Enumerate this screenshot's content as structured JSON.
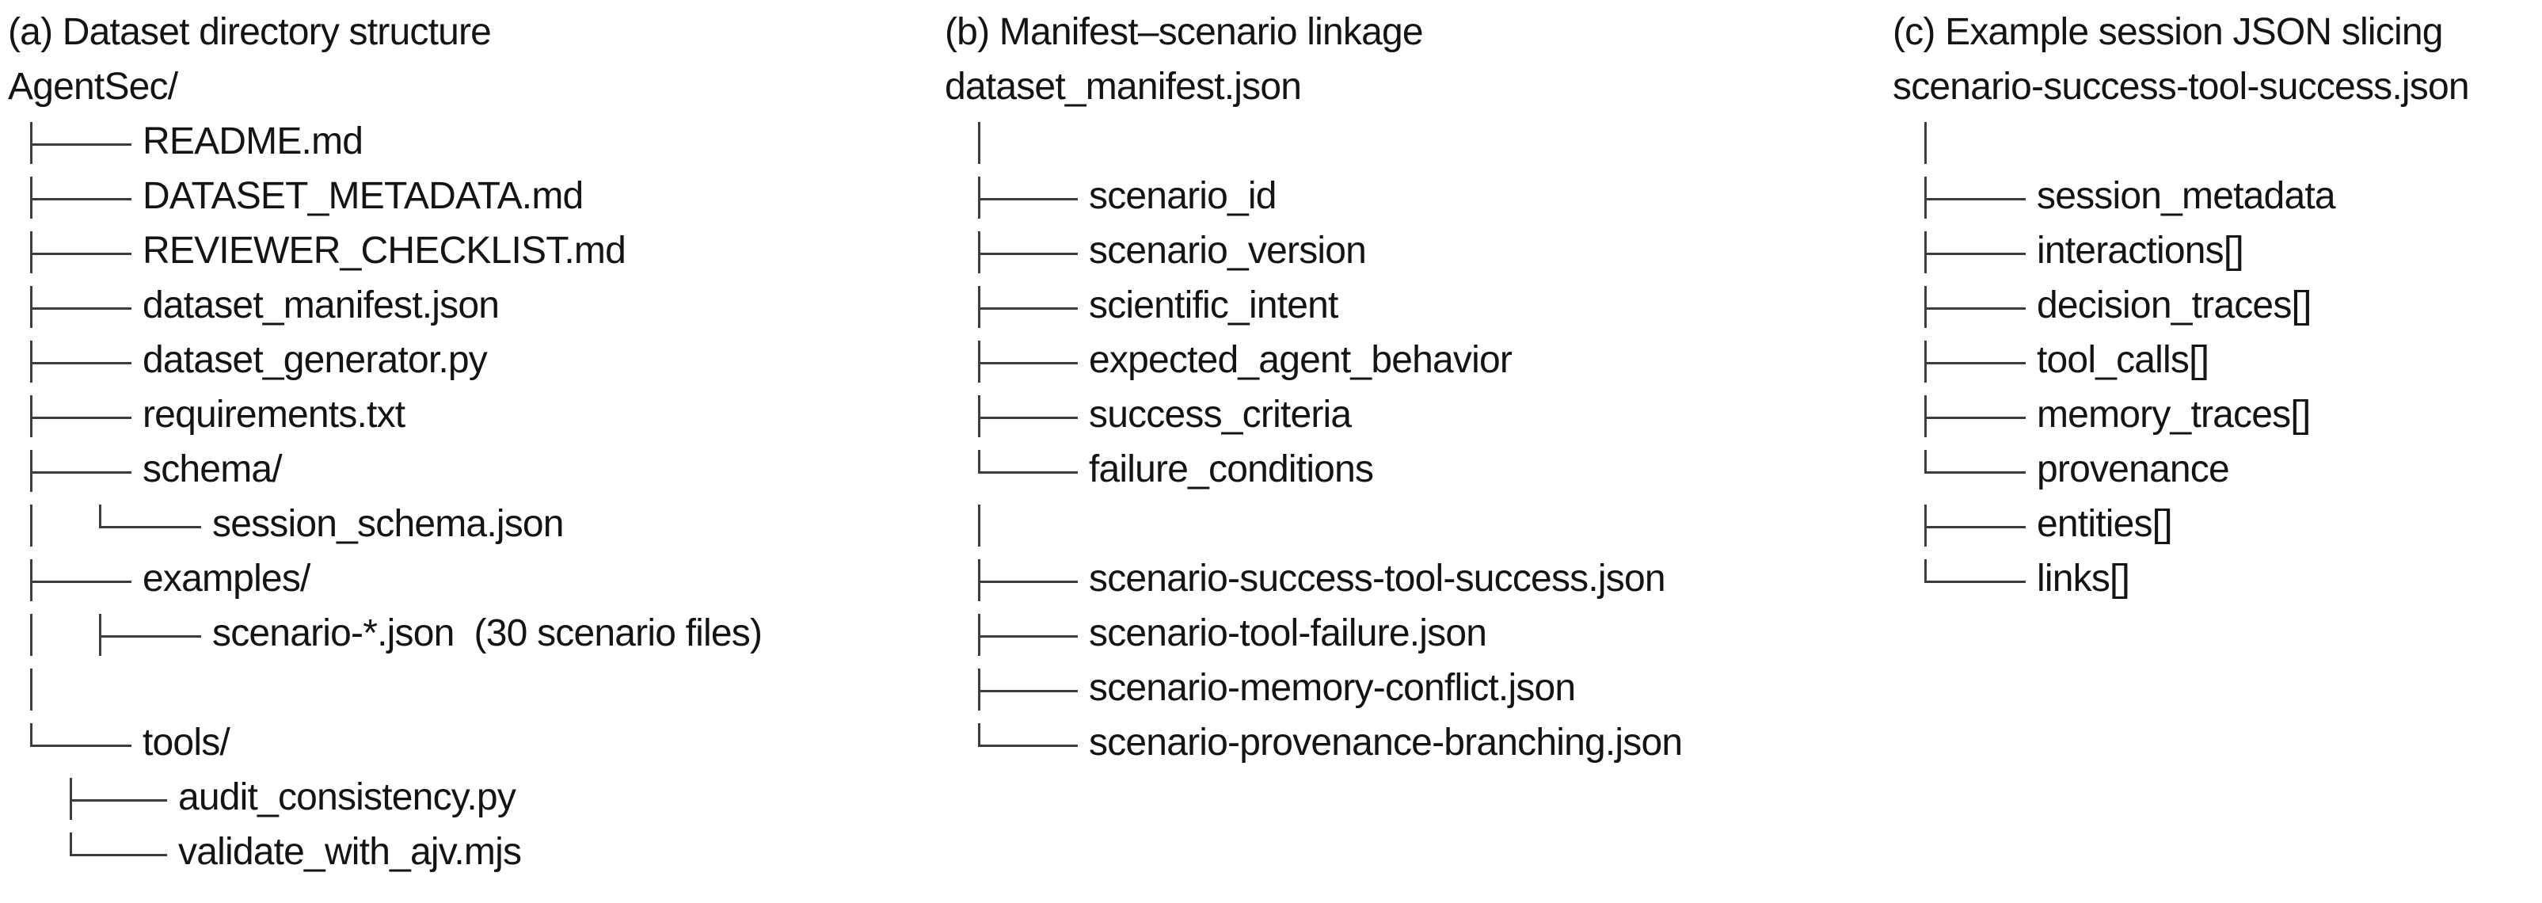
{
  "figure": {
    "background_color": "#ffffff",
    "text_color": "#141414",
    "line_color": "#3d3d3d",
    "panels": [
      {
        "id": "a",
        "title": "(a) Dataset directory structure",
        "root": "AgentSec/",
        "rows": [
          {
            "connector": "tee",
            "level": "1",
            "lead_bar": false,
            "label": "README.md"
          },
          {
            "connector": "tee",
            "level": "1",
            "lead_bar": false,
            "label": "DATASET_METADATA.md"
          },
          {
            "connector": "tee",
            "level": "1",
            "lead_bar": false,
            "label": "REVIEWER_CHECKLIST.md"
          },
          {
            "connector": "tee",
            "level": "1",
            "lead_bar": false,
            "label": "dataset_manifest.json"
          },
          {
            "connector": "tee",
            "level": "1",
            "lead_bar": false,
            "label": "dataset_generator.py"
          },
          {
            "connector": "tee",
            "level": "1",
            "lead_bar": false,
            "label": "requirements.txt"
          },
          {
            "connector": "tee",
            "level": "1",
            "lead_bar": false,
            "label": "schema/"
          },
          {
            "connector": "elbow",
            "level": "2",
            "lead_bar": true,
            "label": "session_schema.json"
          },
          {
            "connector": "tee",
            "level": "1",
            "lead_bar": false,
            "label": "examples/"
          },
          {
            "connector": "tee",
            "level": "2",
            "lead_bar": true,
            "label": "scenario-*.json  (30 scenario files)"
          },
          {
            "connector": "bar",
            "level": "1",
            "lead_bar": false,
            "label": ""
          },
          {
            "connector": "elbow",
            "level": "1",
            "lead_bar": false,
            "label": "tools/"
          },
          {
            "connector": "tee",
            "level": "2t",
            "lead_bar": false,
            "label": "audit_consistency.py"
          },
          {
            "connector": "elbow",
            "level": "2t",
            "lead_bar": false,
            "label": "validate_with_ajv.mjs"
          }
        ]
      },
      {
        "id": "b",
        "title": "(b) Manifest–scenario linkage",
        "root": "dataset_manifest.json",
        "rows": [
          {
            "connector": "bar",
            "level": "1",
            "lead_bar": false,
            "label": ""
          },
          {
            "connector": "tee",
            "level": "1",
            "lead_bar": false,
            "label": "scenario_id"
          },
          {
            "connector": "tee",
            "level": "1",
            "lead_bar": false,
            "label": "scenario_version"
          },
          {
            "connector": "tee",
            "level": "1",
            "lead_bar": false,
            "label": "scientific_intent"
          },
          {
            "connector": "tee",
            "level": "1",
            "lead_bar": false,
            "label": "expected_agent_behavior"
          },
          {
            "connector": "tee",
            "level": "1",
            "lead_bar": false,
            "label": "success_criteria"
          },
          {
            "connector": "elbow",
            "level": "1",
            "lead_bar": false,
            "label": "failure_conditions"
          },
          {
            "connector": "bar",
            "level": "1",
            "lead_bar": false,
            "label": ""
          },
          {
            "connector": "tee",
            "level": "1",
            "lead_bar": false,
            "label": "scenario-success-tool-success.json"
          },
          {
            "connector": "tee",
            "level": "1",
            "lead_bar": false,
            "label": "scenario-tool-failure.json"
          },
          {
            "connector": "tee",
            "level": "1",
            "lead_bar": false,
            "label": "scenario-memory-conflict.json"
          },
          {
            "connector": "elbow",
            "level": "1",
            "lead_bar": false,
            "label": "scenario-provenance-branching.json"
          }
        ]
      },
      {
        "id": "c",
        "title": "(c) Example session JSON slicing",
        "root": "scenario-success-tool-success.json",
        "rows": [
          {
            "connector": "bar",
            "level": "1",
            "lead_bar": false,
            "label": ""
          },
          {
            "connector": "tee",
            "level": "1",
            "lead_bar": false,
            "label": "session_metadata"
          },
          {
            "connector": "tee",
            "level": "1",
            "lead_bar": false,
            "label": "interactions[]"
          },
          {
            "connector": "tee",
            "level": "1",
            "lead_bar": false,
            "label": "decision_traces[]"
          },
          {
            "connector": "tee",
            "level": "1",
            "lead_bar": false,
            "label": "tool_calls[]"
          },
          {
            "connector": "tee",
            "level": "1",
            "lead_bar": false,
            "label": "memory_traces[]"
          },
          {
            "connector": "elbow",
            "level": "1",
            "lead_bar": false,
            "label": "provenance"
          },
          {
            "connector": "tee",
            "level": "1",
            "lead_bar": false,
            "label": "entities[]"
          },
          {
            "connector": "elbow",
            "level": "1",
            "lead_bar": false,
            "label": "links[]"
          }
        ]
      }
    ]
  }
}
